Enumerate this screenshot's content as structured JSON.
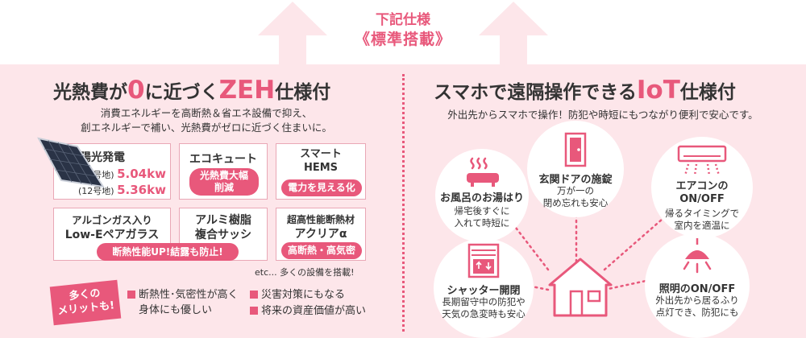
{
  "top": {
    "line1": "下記仕様",
    "line2": "《標準搭載》"
  },
  "left": {
    "title_pre": "光熱費が",
    "title_zero": "0",
    "title_mid": "に近づく",
    "title_zeh": "ZEH",
    "title_post": "仕様付",
    "desc_line1": "消費エネルギーを高断熱＆省エネ設備で抑え、",
    "desc_line2": "創エネルギーで補い、光熱費がゼロに近づく住まいに。",
    "solar": {
      "title": "太陽光発電",
      "row1_label": "(15号地)",
      "row1_value": "5.04kw",
      "row2_label": "(12号地)",
      "row2_value": "5.36kw"
    },
    "ecocute": {
      "title": "エコキュート",
      "pill_line1": "光熱費大幅",
      "pill_line2": "削減"
    },
    "hems": {
      "title_line1": "スマート",
      "title_line2": "HEMS",
      "pill": "電力を見える化"
    },
    "glass": {
      "title_line1": "アルゴンガス入り",
      "title_line2": "Low-Eペアガラス"
    },
    "sash": {
      "title_line1": "アルミ樹脂",
      "title_line2": "複合サッシ"
    },
    "shared_pill": "断熱性能UP!結露も防止!",
    "insul": {
      "title_line1": "超高性能断熱材",
      "title_line2": "アクリアα",
      "pill": "高断熱・高気密"
    },
    "etc": "etc... 多くの設備を搭載!",
    "merit_badge_line1": "多くの",
    "merit_badge_line2": "メリットも!",
    "merits": [
      "断熱性･気密性が高く",
      "身体にも優しい",
      "災害対策にもなる",
      "将来の資産価値が高い"
    ]
  },
  "right": {
    "title_pre": "スマホで遠隔操作できる",
    "title_iot": "IoT",
    "title_post": "仕様付",
    "desc": "外出先からスマホで操作！防犯や時短にもつながり便利で安心です。",
    "bath": {
      "title": "お風呂のお湯はり",
      "line1": "帰宅後すぐに",
      "line2": "入れて時短に"
    },
    "door": {
      "title": "玄関ドアの施錠",
      "line1": "万が一の",
      "line2": "閉め忘れも安心"
    },
    "aircon": {
      "title_line1": "エアコンの",
      "title_line2": "ON/OFF",
      "line1": "帰るタイミングで",
      "line2": "室内を適温に"
    },
    "shutter": {
      "title": "シャッター開閉",
      "line1": "長期留守中の防犯や",
      "line2": "天気の急変時も安心"
    },
    "light": {
      "title": "照明のON/OFF",
      "line1": "外出先から居るふり",
      "line2": "点灯でき、防犯にも"
    }
  },
  "colors": {
    "accent": "#e8587b",
    "band": "#fde6ea",
    "border": "#e9a7b6"
  },
  "icons": [
    "up-arrow",
    "solar-panel",
    "bath",
    "door",
    "air-conditioner",
    "shutter",
    "ceiling-light",
    "house"
  ]
}
